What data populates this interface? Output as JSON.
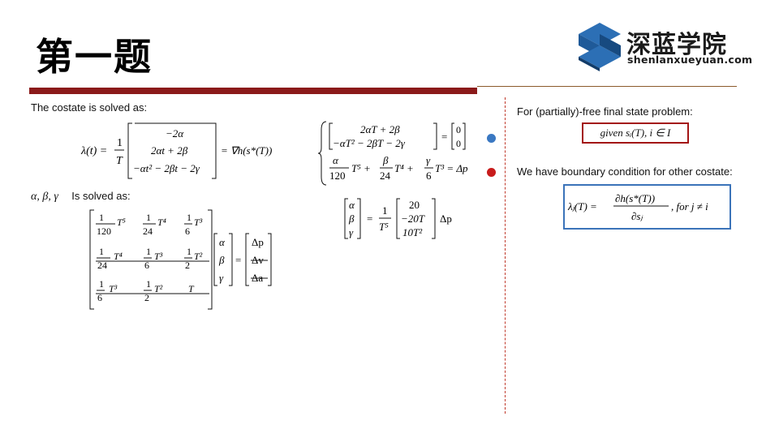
{
  "slide": {
    "title": "第一题",
    "logo": {
      "icon": "shenlan-s-logo-icon",
      "text_cn": "深蓝学院",
      "text_en": "shenlanxueyuan.com",
      "brand_color": "#1f5fa8"
    }
  },
  "left": {
    "intro": "The costate is solved as:",
    "costate_lhs": "λ(t) = ",
    "costate_rhs": "= ∇h(s*(T))",
    "abg_label": "α, β, γ",
    "abg_suffix": "Is solved as:"
  },
  "middle": {
    "dot_blue": "#3a78c2",
    "dot_red": "#c81c1c",
    "eq_sum": "α/120 T⁵ + β/24 T⁴ + γ/6 T³ = Δp"
  },
  "right": {
    "partial_free": "For (partially)-free final state problem:",
    "given": "given   sᵢ(T),  i ∈ I",
    "boundary": "We have boundary condition for other costate:",
    "lambda_cond": "λⱼ(T) = ∂h(s*(T)) / ∂sⱼ ,  for j ≠ i",
    "box_red": "#a31515",
    "box_blue": "#3b73b9"
  }
}
